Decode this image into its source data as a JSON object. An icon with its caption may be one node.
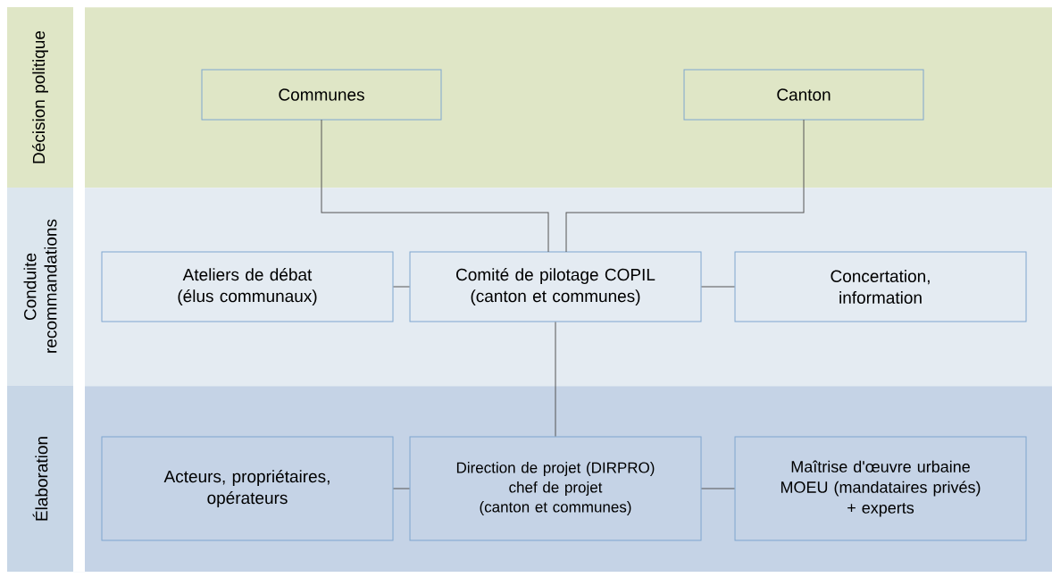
{
  "diagram": {
    "nodes": [
      {
        "text": [
          "Décision politique"
        ]
      },
      {
        "text": [
          "Conduite recommandations"
        ]
      },
      {
        "text": [
          "Élaboration"
        ]
      },
      {
        "text": [
          "Communes"
        ],
        "in": 0
      },
      {
        "text": [
          "Canton"
        ],
        "in": 0
      },
      {
        "text": [
          "Ateliers de débat",
          "(élus communaux)"
        ],
        "in": 1
      },
      {
        "text": [
          "Comité de pilotage COPIL",
          "(canton et communes)"
        ],
        "in": 1
      },
      {
        "text": [
          "Concertation, information"
        ],
        "in": 1
      },
      {
        "text": [
          "Acteurs, propriétaires, opérateurs"
        ],
        "in": 2
      },
      {
        "text": [
          "Direction de projet (DIRPRO)",
          "chef de projet",
          "(canton et communes)"
        ],
        "in": 2
      },
      {
        "text": [
          "Maîtrise d'œuvre urbaine",
          "MOEU (mandataires privés)",
          "+ experts"
        ],
        "in": 2
      }
    ],
    "edges": [
      {
        "from": 3,
        "to": 6,
        "arrow": "none"
      },
      {
        "from": 4,
        "to": 6,
        "arrow": "none"
      },
      {
        "from": 5,
        "to": 6,
        "arrow": "none"
      },
      {
        "from": 6,
        "to": 7,
        "arrow": "none"
      },
      {
        "from": 6,
        "to": 9,
        "arrow": "none"
      },
      {
        "from": 8,
        "to": 9,
        "arrow": "none"
      },
      {
        "from": 9,
        "to": 10,
        "arrow": "none"
      }
    ]
  }
}
